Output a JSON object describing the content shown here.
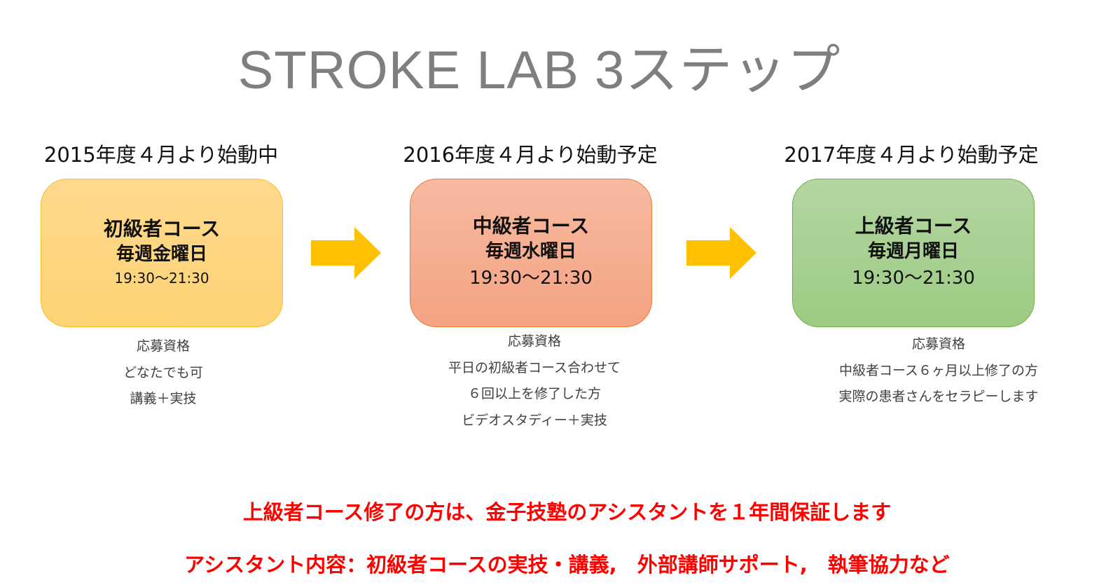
{
  "title": "STROKE LAB  3ステップ",
  "steps": [
    {
      "start": "2015年度４月より始動中",
      "course": "初級者コース",
      "day": "毎週金曜日",
      "time": "19:30〜21:30",
      "requirements": [
        "応募資格",
        "どなたでも可",
        "講義＋実技"
      ]
    },
    {
      "start": "2016年度４月より始動予定",
      "course": "中級者コース",
      "day": "毎週水曜日",
      "time": "19:30〜21:30",
      "requirements": [
        "応募資格",
        "平日の初級者コース合わせて",
        "６回以上を修了した方",
        "ビデオスタディー＋実技"
      ]
    },
    {
      "start": "2017年度４月より始動予定",
      "course": "上級者コース",
      "day": "毎週月曜日",
      "time": "19:30〜21:30",
      "requirements": [
        "応募資格",
        "中級者コース６ヶ月以上修了の方",
        "実際の患者さんをセラピーします"
      ]
    }
  ],
  "notes": [
    "上級者コース修了の方は、金子技塾のアシスタントを１年間保証します",
    "アシスタント内容：初級者コースの実技・講義,　外部講師サポート,　執筆協力など"
  ],
  "colors": {
    "step1": "#fdd374",
    "step2": "#f4a383",
    "step3": "#9ccb83",
    "arrow": "#ffc000",
    "note": "#ff0000"
  }
}
